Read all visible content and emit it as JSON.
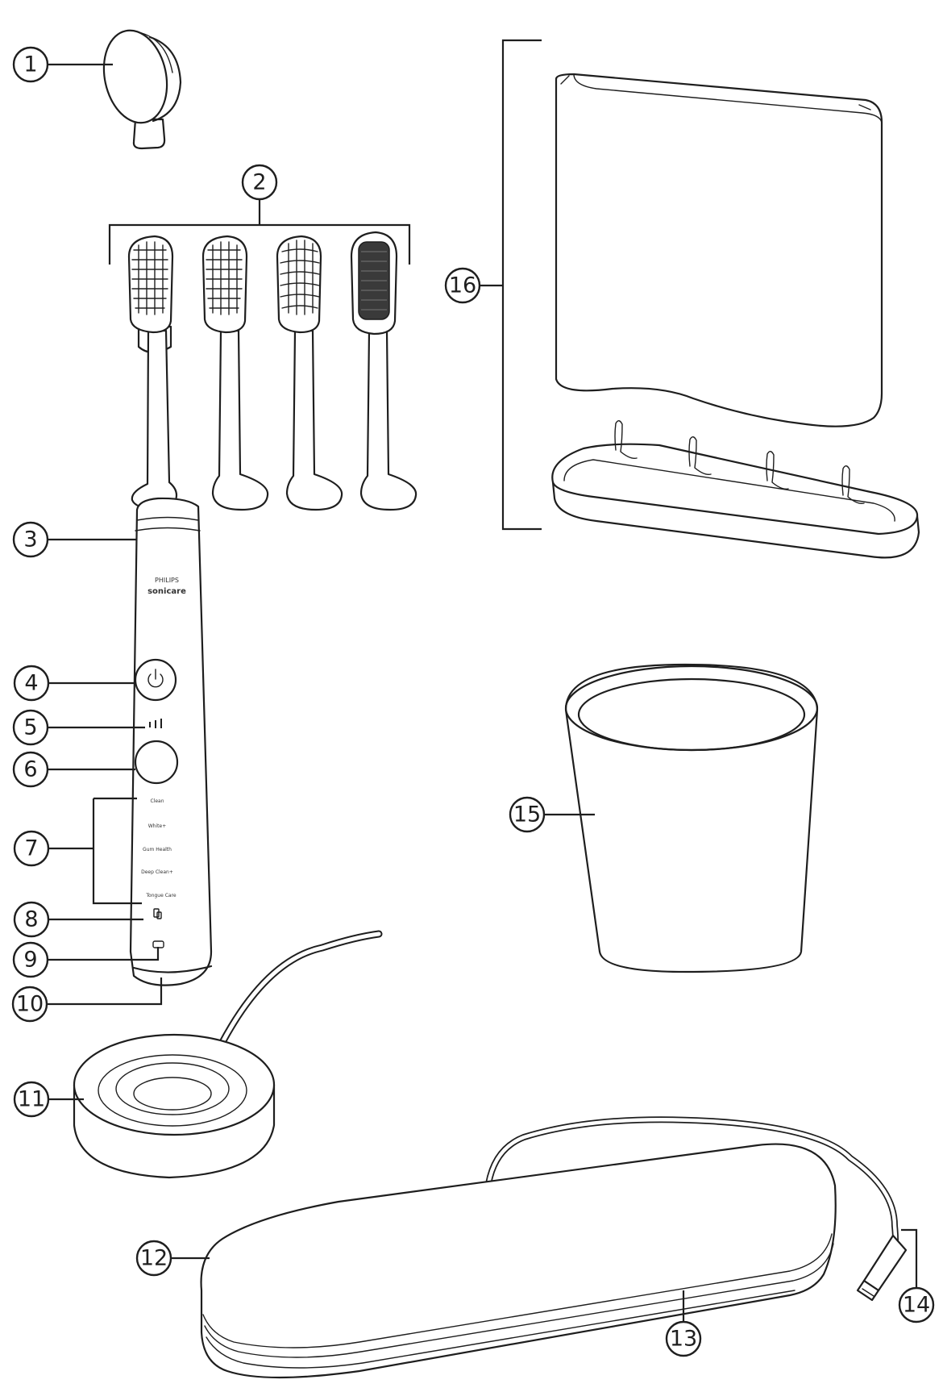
{
  "handle": {
    "brand_small": "PHILIPS",
    "brand_large": "sonicare",
    "modes": [
      "Clean",
      "White+",
      "Gum Health",
      "Deep Clean+",
      "Tongue Care"
    ]
  },
  "callouts": [
    {
      "id": "1",
      "label": "1"
    },
    {
      "id": "2",
      "label": "2"
    },
    {
      "id": "3",
      "label": "3"
    },
    {
      "id": "4",
      "label": "4"
    },
    {
      "id": "5",
      "label": "5"
    },
    {
      "id": "6",
      "label": "6"
    },
    {
      "id": "7",
      "label": "7"
    },
    {
      "id": "8",
      "label": "8"
    },
    {
      "id": "9",
      "label": "9"
    },
    {
      "id": "10",
      "label": "10"
    },
    {
      "id": "11",
      "label": "11"
    },
    {
      "id": "12",
      "label": "12"
    },
    {
      "id": "13",
      "label": "13"
    },
    {
      "id": "14",
      "label": "14"
    },
    {
      "id": "15",
      "label": "15"
    },
    {
      "id": "16",
      "label": "16"
    }
  ]
}
